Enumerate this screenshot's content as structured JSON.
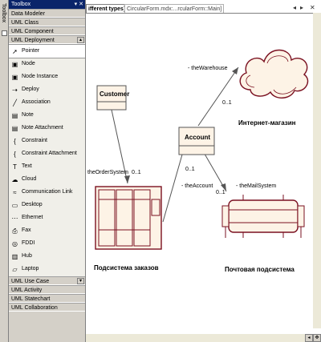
{
  "side_tab": {
    "label": "Toolbox"
  },
  "toolbox": {
    "title": "Toolbox",
    "title_buttons": "▾ ✕",
    "categories_top": [
      {
        "label": "Data Modeler"
      },
      {
        "label": "UML Class"
      },
      {
        "label": "UML Component"
      },
      {
        "label": "UML Deployment"
      }
    ],
    "items": [
      {
        "label": "Pointer",
        "icon": "pointer-icon"
      },
      {
        "label": "Node",
        "icon": "node-icon"
      },
      {
        "label": "Node Instance",
        "icon": "node-instance-icon"
      },
      {
        "label": "Deploy",
        "icon": "deploy-icon"
      },
      {
        "label": "Association",
        "icon": "association-icon"
      },
      {
        "label": "Note",
        "icon": "note-icon"
      },
      {
        "label": "Note Attachment",
        "icon": "note-attachment-icon"
      },
      {
        "label": "Constraint",
        "icon": "constraint-icon"
      },
      {
        "label": "Constraint Attachment",
        "icon": "constraint-attachment-icon"
      },
      {
        "label": "Text",
        "icon": "text-icon"
      },
      {
        "label": "Cloud",
        "icon": "cloud-icon"
      },
      {
        "label": "Communication Link",
        "icon": "communication-link-icon"
      },
      {
        "label": "Desktop",
        "icon": "desktop-icon"
      },
      {
        "label": "Ethernet",
        "icon": "ethernet-icon"
      },
      {
        "label": "Fax",
        "icon": "fax-icon"
      },
      {
        "label": "FDDI",
        "icon": "fddi-icon"
      },
      {
        "label": "Hub",
        "icon": "hub-icon"
      },
      {
        "label": "Laptop",
        "icon": "laptop-icon"
      }
    ],
    "categories_bottom": [
      {
        "label": "UML Use Case"
      },
      {
        "label": "UML Activity"
      },
      {
        "label": "UML Statechart"
      },
      {
        "label": "UML Collaboration"
      }
    ]
  },
  "tabs": [
    {
      "label": "ifferent types]"
    },
    {
      "label": "CircularForm.mdx:...rcularForm::Main]"
    }
  ],
  "window_controls": {
    "prev": "◂",
    "next": "▸",
    "close": "✕"
  },
  "diagram": {
    "customer_label": "Customer",
    "account_label": "Account",
    "store_label": "Интернет-магазин",
    "orders_label": "Подсистема заказов",
    "mail_label": "Почтовая подсистема",
    "role_warehouse": "- theWarehouse",
    "role_order_system": "theOrderSystem",
    "role_account": "- theAccount",
    "role_mail_system": "- theMailSystem",
    "mult_warehouse": "0..1",
    "mult_order_system": "0..1",
    "mult_account": "0..1",
    "mult_mail_system": "0..1"
  },
  "colors": {
    "node_fill": "#fdf3e6",
    "node_stroke": "#7a1020",
    "title_bar": "#0a246a",
    "panel": "#d4d0c8"
  }
}
